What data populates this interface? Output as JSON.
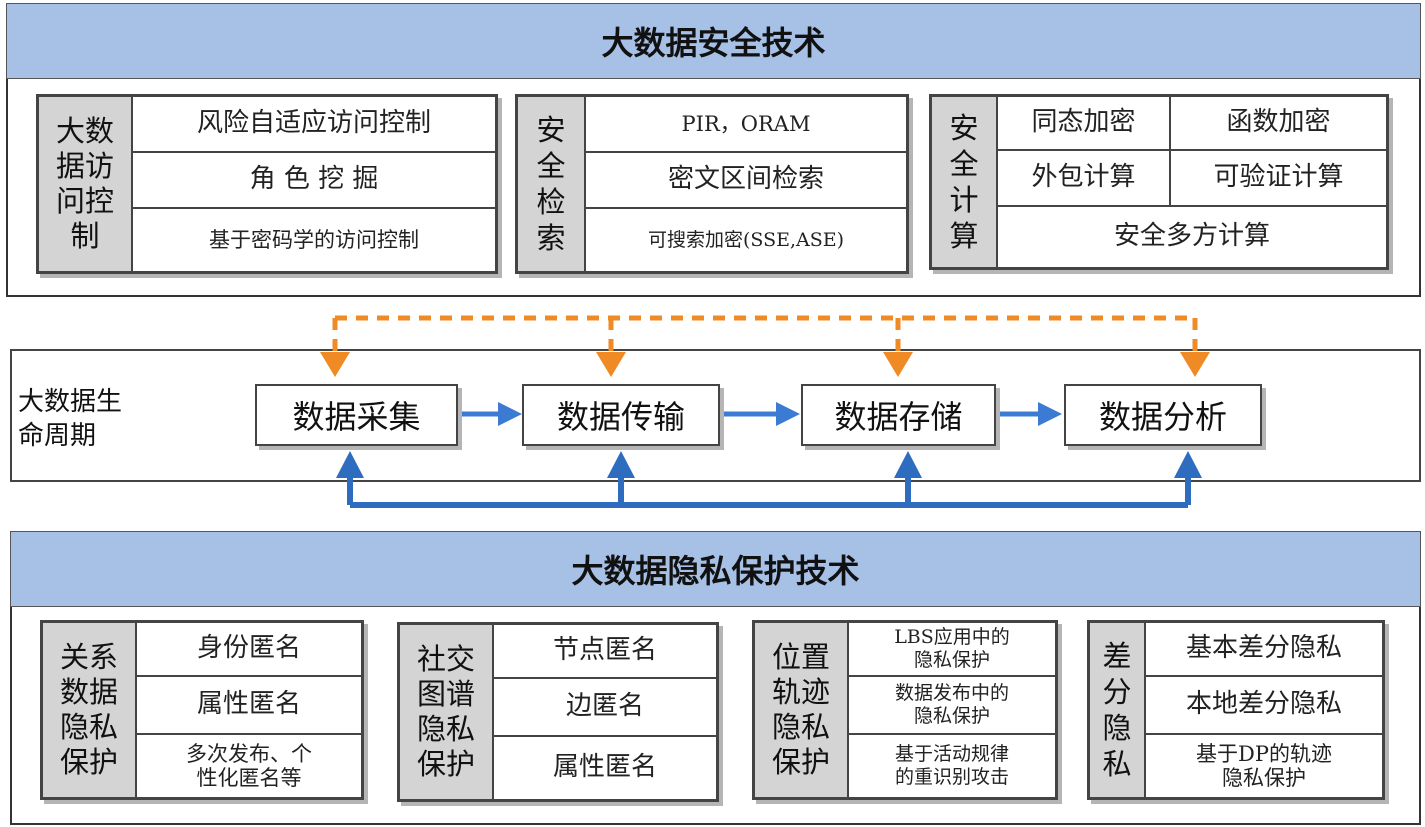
{
  "security": {
    "title": "大数据安全技术",
    "access_control": {
      "header": "大数\n据访\n问控\n制",
      "items": [
        "风险自适应访问控制",
        "角 色 挖 掘",
        "基于密码学的访问控制"
      ]
    },
    "secure_search": {
      "header": "安\n全\n检\n索",
      "items": [
        "PIR，ORAM",
        "密文区间检索",
        "可搜索加密(SSE,ASE)"
      ]
    },
    "secure_computation": {
      "header": "安\n全\n计\n算",
      "items": [
        "同态加密",
        "函数加密",
        "外包计算",
        "可验证计算",
        "安全多方计算"
      ]
    }
  },
  "lifecycle": {
    "title": "大数据生\n命周期",
    "stages": [
      "数据采集",
      "数据传输",
      "数据存储",
      "数据分析"
    ],
    "colors": {
      "top_arrows": "#f08a24",
      "bottom_arrows": "#2e6cc0",
      "flow_arrows": "#3b7bd4"
    }
  },
  "privacy": {
    "title": "大数据隐私保护技术",
    "relational": {
      "header": "关系\n数据\n隐私\n保护",
      "items": [
        "身份匿名",
        "属性匿名",
        "多次发布、个\n性化匿名等"
      ]
    },
    "social_graph": {
      "header": "社交\n图谱\n隐私\n保护",
      "items": [
        "节点匿名",
        "边匿名",
        "属性匿名"
      ]
    },
    "location": {
      "header": "位置\n轨迹\n隐私\n保护",
      "items": [
        "LBS应用中的\n隐私保护",
        "数据发布中的\n隐私保护",
        "基于活动规律\n的重识别攻击"
      ]
    },
    "differential": {
      "header": "差\n分\n隐\n私",
      "items": [
        "基本差分隐私",
        "本地差分隐私",
        "基于DP的轨迹\n隐私保护"
      ]
    }
  },
  "colors": {
    "banner": "#a6c0e6",
    "header_cell": "#d4d4d4"
  }
}
